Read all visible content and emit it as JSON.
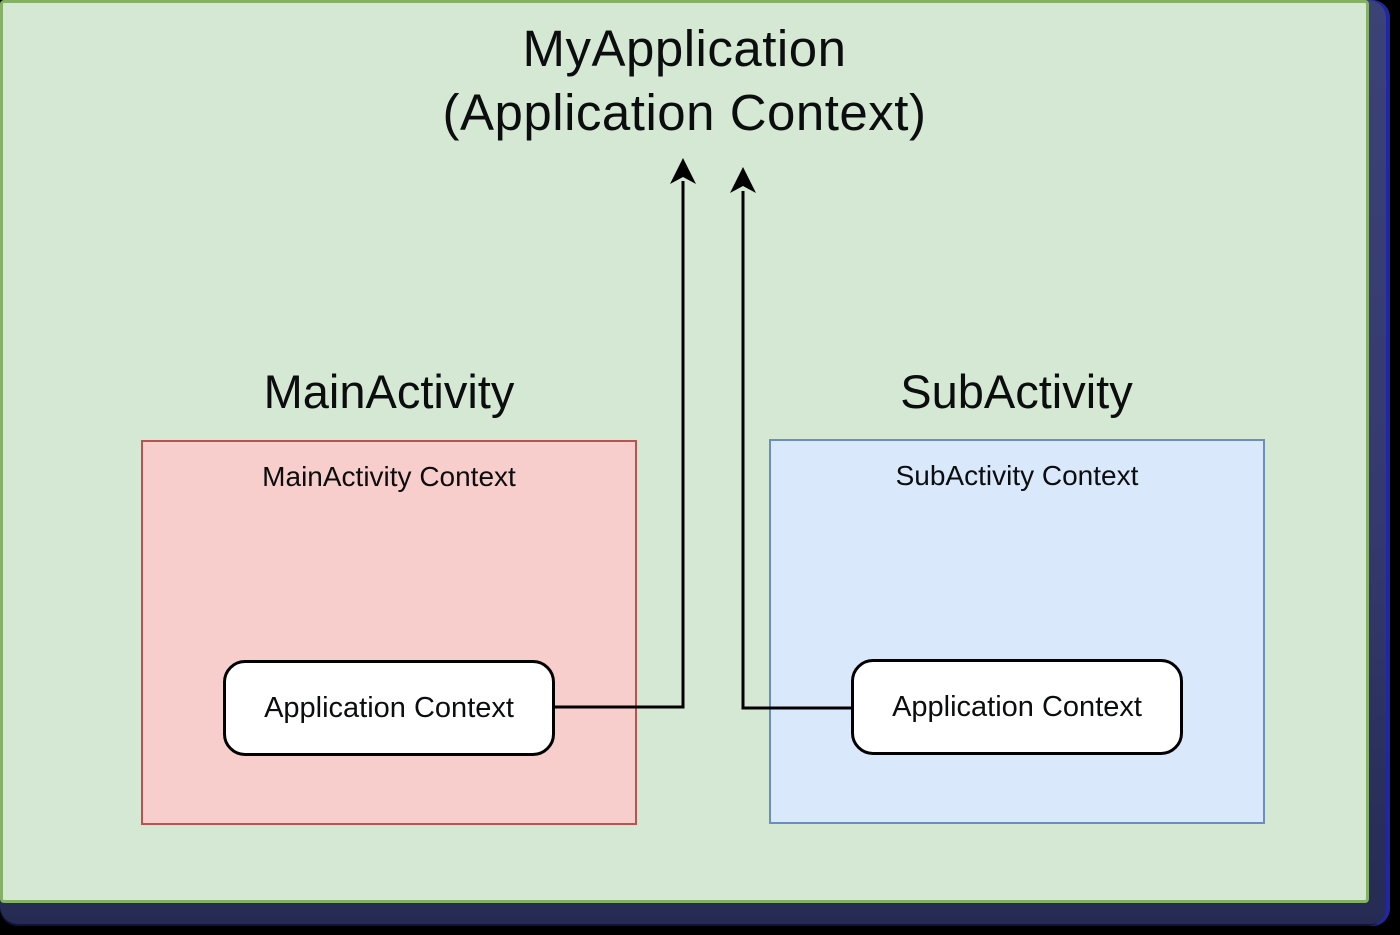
{
  "diagram": {
    "title": {
      "line1": "MyApplication",
      "line2": "(Application Context)"
    },
    "main_activity": {
      "heading": "MainActivity",
      "context_label": "MainActivity Context",
      "app_context_node_label": "Application Context"
    },
    "sub_activity": {
      "heading": "SubActivity",
      "context_label": "SubActivity Context",
      "app_context_node_label": "Application Context"
    },
    "arrows": [
      {
        "from": "main-application-context-node",
        "to": "application-title",
        "direction": "up"
      },
      {
        "from": "sub-application-context-node",
        "to": "application-title",
        "direction": "up"
      }
    ],
    "colors": {
      "canvas_fill": "#d5e8d4",
      "canvas_border": "#85b164",
      "frame_navy": "#343a6e",
      "main_fill": "#f8cecc",
      "main_border": "#b85450",
      "sub_fill": "#dae8fc",
      "sub_border": "#6c8ebf",
      "node_fill": "#ffffff",
      "node_border": "#000000",
      "arrow": "#000000"
    }
  }
}
